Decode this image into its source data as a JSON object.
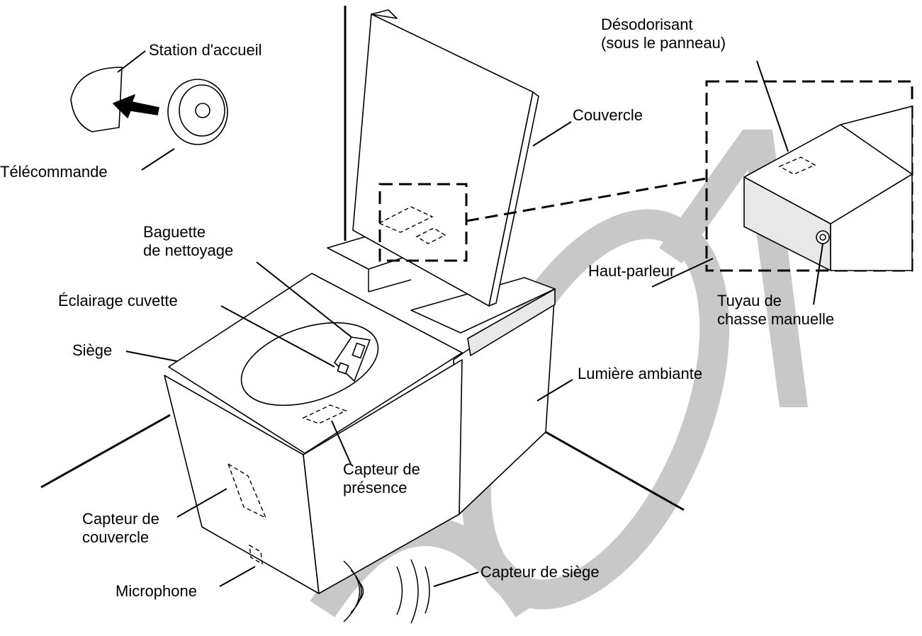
{
  "labels": {
    "station": "Station d'accueil",
    "remote": "Télécommande",
    "lid": "Couvercle",
    "deodorizer": "Désodorisant\n(sous le panneau)",
    "wand": "Baguette\nde nettoyage",
    "bowl_light": "Éclairage cuvette",
    "seat": "Siège",
    "speaker": "Haut-parleur",
    "manual_flush": "Tuyau de\nchasse manuelle",
    "ambient_light": "Lumière ambiante",
    "presence_sensor": "Capteur de\nprésence",
    "lid_sensor": "Capteur de\ncouvercle",
    "microphone": "Microphone",
    "seat_sensor": "Capteur de siège"
  },
  "colors": {
    "line": "#000000",
    "watermark": "#c8c8c8",
    "background": "#ffffff"
  }
}
